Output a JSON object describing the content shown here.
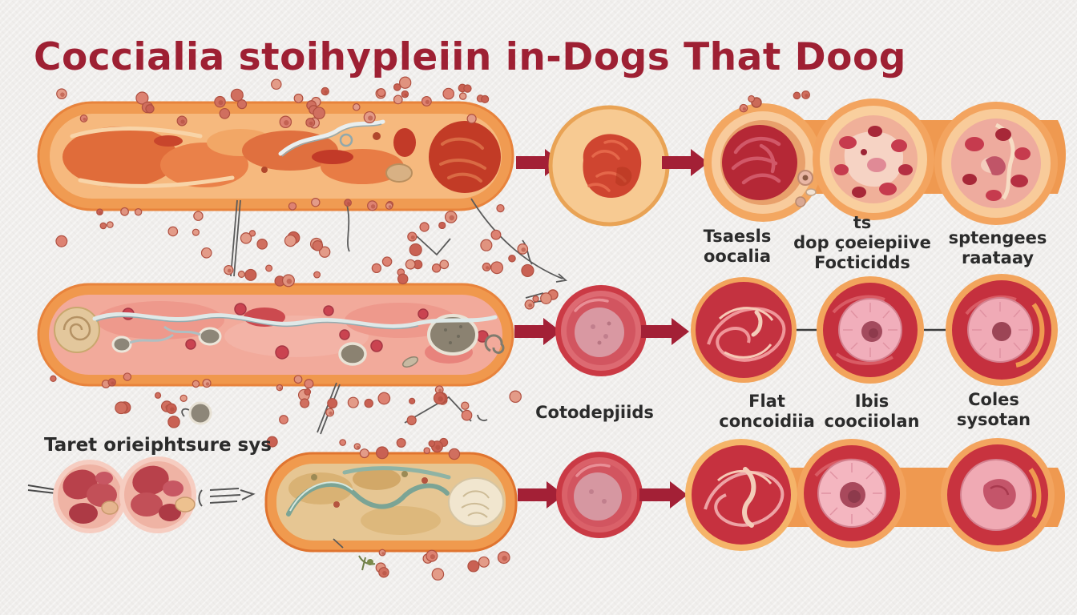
{
  "title": "Coccialia stoihypleiin in-Dogs That Doog",
  "labels": {
    "row1_col1": "Tsaesls\noocalia",
    "row1_col2": "ts\ndop çoeiepiive\nFocticidds",
    "row1_col3": "sptengees\nraataay",
    "row2_col1": "Cotodepjiids",
    "row2_col2": "Flat\nconcoidiia",
    "row2_col3": "Ibis\ncoociiolan",
    "row2_col4": "Coles\nsysotan",
    "bottom_left": "Taret orieiphtsure sys"
  },
  "colors": {
    "background": "#f0eeec",
    "title": "#9e2033",
    "label_text": "#2b2b2b",
    "arrow": "#a32036",
    "intestine_orange": "#f09b52",
    "band_orange": "#ef9950",
    "oocyst_dot": "#d97a68",
    "deep_red": "#c5303e",
    "pink_core": "#f2afbb"
  }
}
